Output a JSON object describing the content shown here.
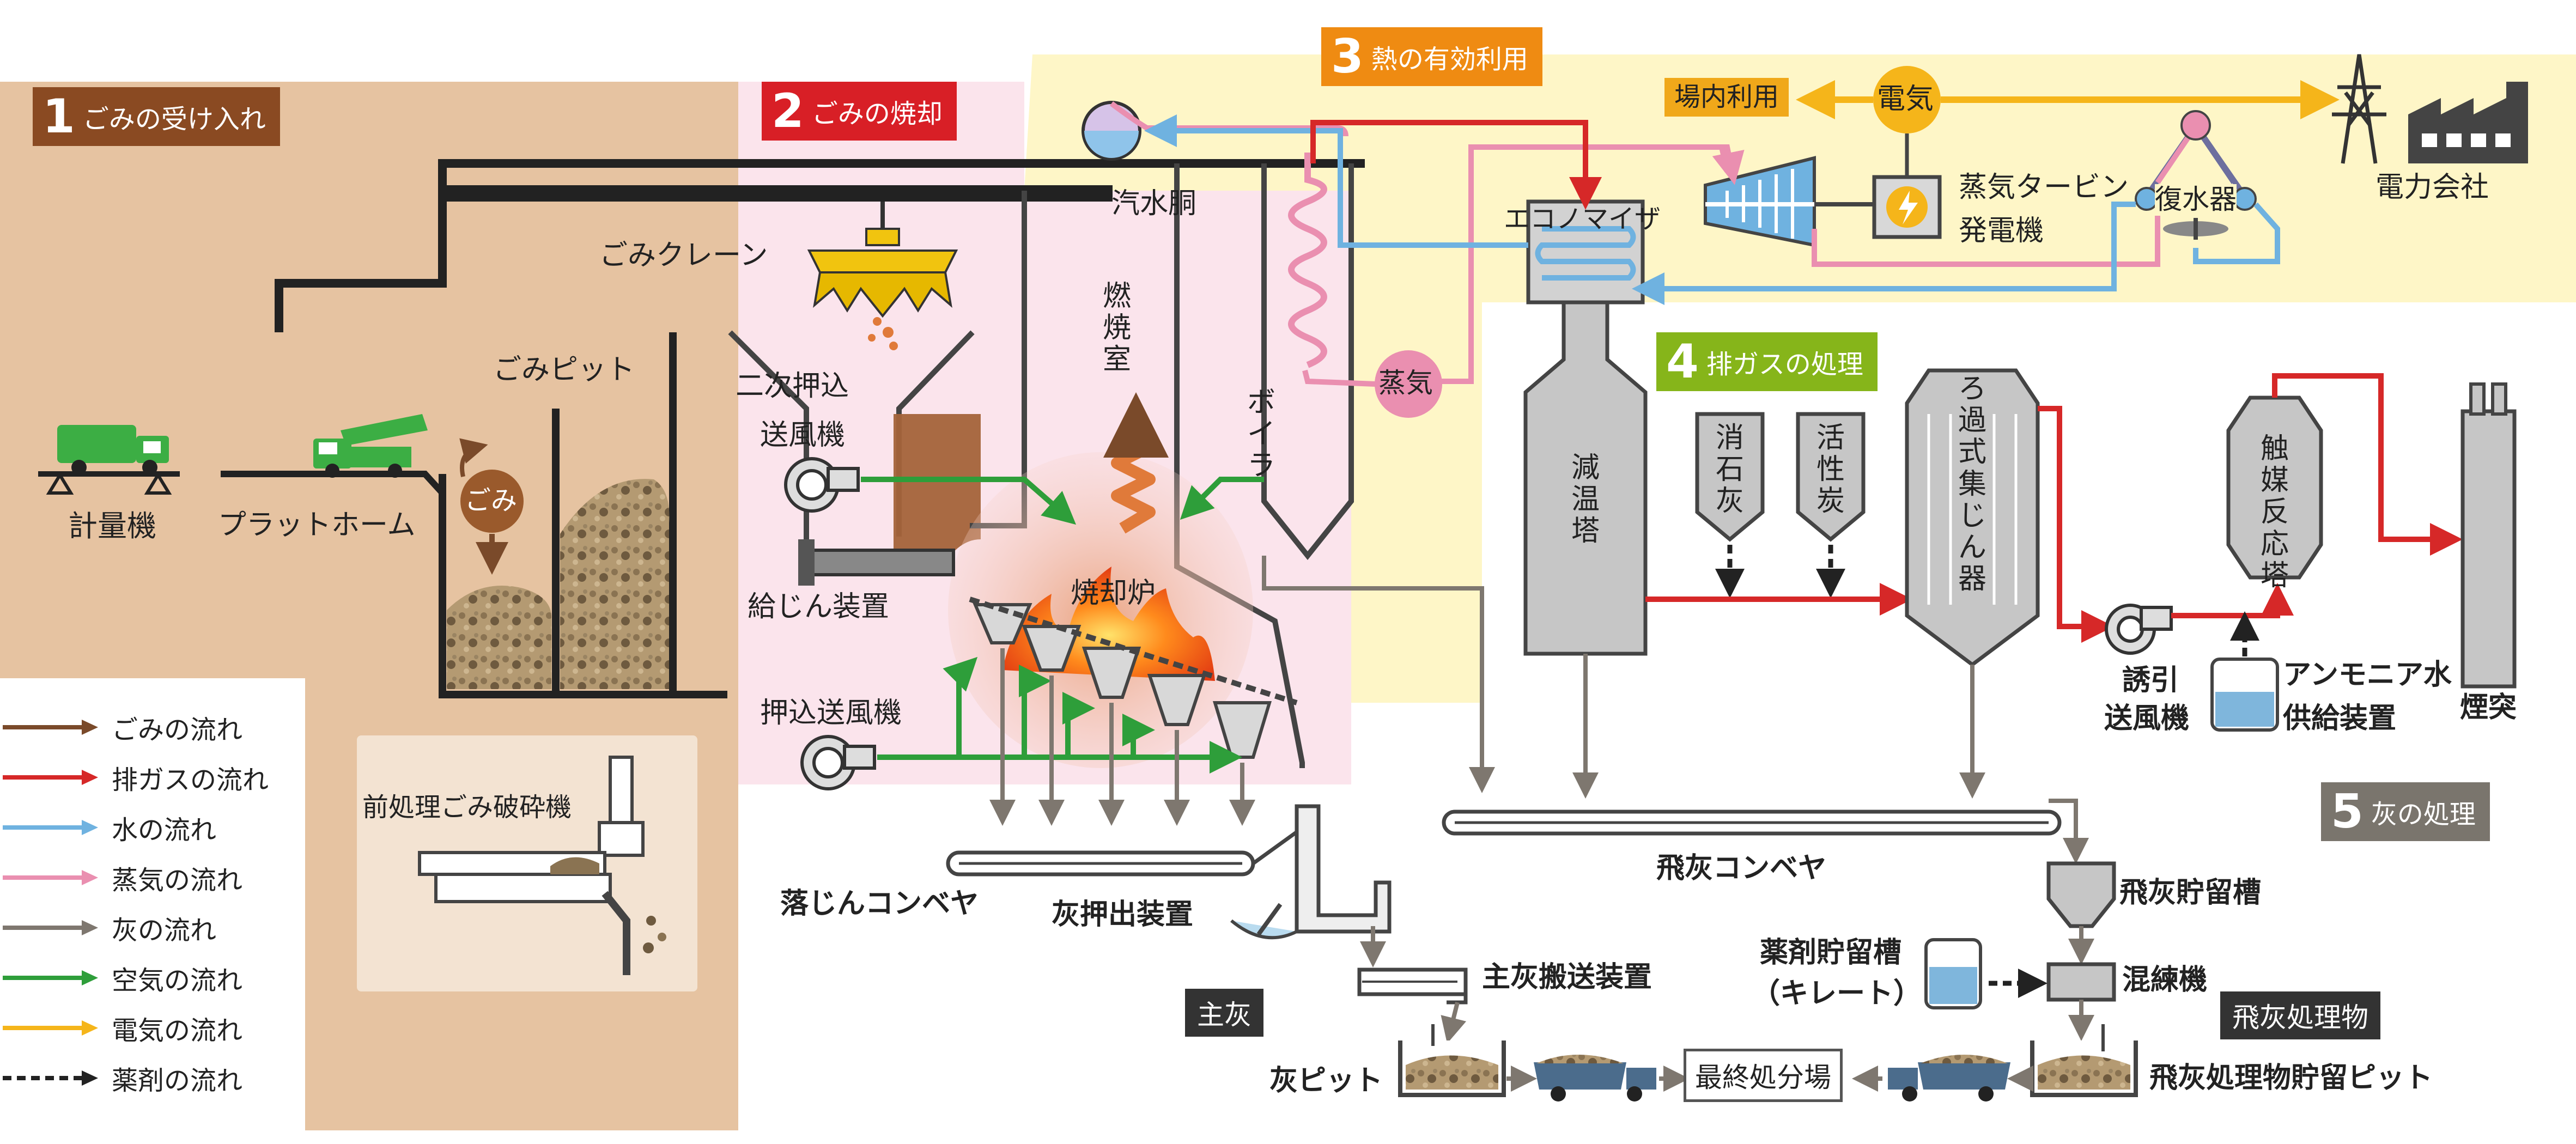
{
  "sections": {
    "s1": {
      "num": "1",
      "title": "ごみの受け入れ"
    },
    "s2": {
      "num": "2",
      "title": "ごみの焼却"
    },
    "s3": {
      "num": "3",
      "title": "熱の有効利用"
    },
    "s4": {
      "num": "4",
      "title": "排ガスの処理"
    },
    "s5": {
      "num": "5",
      "title": "灰の処理"
    }
  },
  "labels": {
    "scale": "計量機",
    "platform": "プラットホーム",
    "gomi_bubble": "ごみ",
    "pit": "ごみピット",
    "crane": "ごみクレーン",
    "secondary_fan_1": "二次押込",
    "secondary_fan_2": "送風機",
    "feeder": "給じん装置",
    "forced_fan": "押込送風機",
    "drum": "汽水胴",
    "combustion_chamber": "燃焼室",
    "incinerator": "焼却炉",
    "boiler": "ボイラ",
    "steam_bubble": "蒸気",
    "electricity_bubble": "電気",
    "onsite_use": "場内利用",
    "economizer": "エコノマイザ",
    "turbine_1": "蒸気タービン",
    "turbine_2": "発電機",
    "condenser": "復水器",
    "power_company": "電力会社",
    "cooling_tower": "減温塔",
    "slaked_lime": "消石灰",
    "activated_carbon": "活性炭",
    "bag_filter": "ろ過式集じん器",
    "catalytic_tower": "触媒反応塔",
    "induced_fan_1": "誘引",
    "induced_fan_2": "送風機",
    "ammonia_1": "アンモニア水",
    "ammonia_2": "供給装置",
    "chimney": "煙突",
    "preprocess_crusher": "前処理ごみ破砕機",
    "drop_conveyor": "落じんコンベヤ",
    "ash_extruder": "灰押出装置",
    "fly_ash_conveyor": "飛灰コンベヤ",
    "fly_ash_tank": "飛灰貯留槽",
    "chelate_tank_1": "薬剤貯留槽",
    "chelate_tank_2": "（キレート）",
    "kneader": "混練機",
    "main_ash_transport": "主灰搬送装置",
    "main_ash_tag": "主灰",
    "fly_ash_product_tag": "飛灰処理物",
    "ash_pit": "灰ピット",
    "final_disposal": "最終処分場",
    "fly_ash_product_pit": "飛灰処理物貯留ピット"
  },
  "legend": [
    {
      "label": "ごみの流れ",
      "color": "#7a4a2a",
      "style": "solid"
    },
    {
      "label": "排ガスの流れ",
      "color": "#d62828",
      "style": "solid"
    },
    {
      "label": "水の流れ",
      "color": "#6fb2e0",
      "style": "solid"
    },
    {
      "label": "蒸気の流れ",
      "color": "#ea8fb0",
      "style": "solid"
    },
    {
      "label": "灰の流れ",
      "color": "#7e776f",
      "style": "solid"
    },
    {
      "label": "空気の流れ",
      "color": "#2e9e3a",
      "style": "solid"
    },
    {
      "label": "電気の流れ",
      "color": "#f5b51a",
      "style": "solid"
    },
    {
      "label": "薬剤の流れ",
      "color": "#222222",
      "style": "dashed"
    }
  ],
  "colors": {
    "section1_bg": "#e6c3a1",
    "section2_bg": "#fbe4ec",
    "section3_bg": "#fef6c7",
    "badge1": "#8a4a22",
    "badge2": "#d81f26",
    "badge3": "#ef8b12",
    "badge4": "#86b51a",
    "badge5": "#7a756d",
    "onsite_badge": "#f0a81a",
    "electric": "#f5b51a",
    "steam": "#ea8fb0",
    "equipment_gray": "#c6c6c6"
  }
}
